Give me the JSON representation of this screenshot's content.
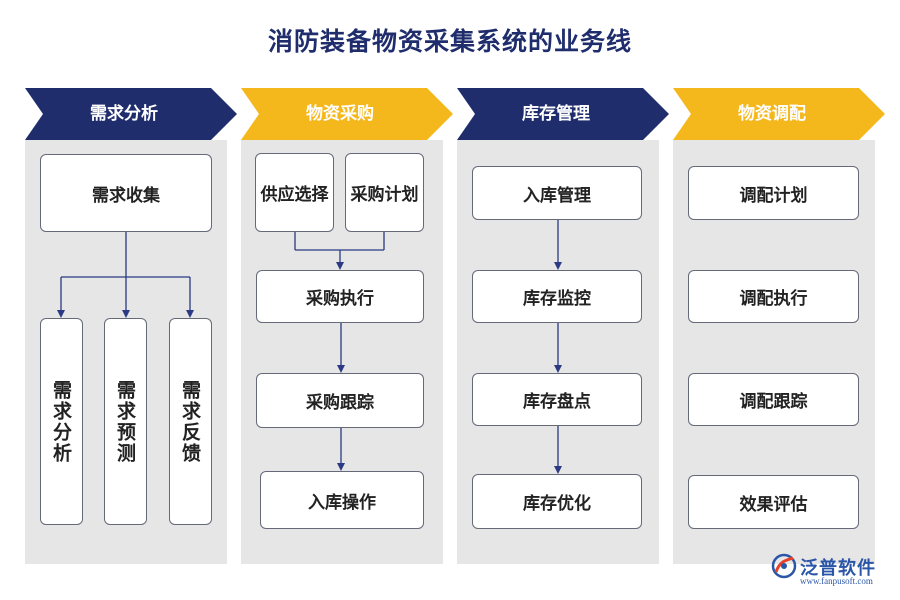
{
  "title": "消防装备物资采集系统的业务线",
  "colors": {
    "navy": "#1f2d6d",
    "gold": "#f4b71c",
    "column_bg": "#e6e6e6",
    "box_border": "#666a78"
  },
  "columns": [
    {
      "header": "需求分析",
      "top_box": "需求收集",
      "branches": [
        "需求分析",
        "需求预测",
        "需求反馈"
      ]
    },
    {
      "header": "物资采购",
      "inputs": [
        "供应选择",
        "采购计划"
      ],
      "steps": [
        "采购执行",
        "采购跟踪",
        "入库操作"
      ]
    },
    {
      "header": "库存管理",
      "steps": [
        "入库管理",
        "库存监控",
        "库存盘点",
        "库存优化"
      ]
    },
    {
      "header": "物资调配",
      "steps": [
        "调配计划",
        "调配执行",
        "调配跟踪",
        "效果评估"
      ]
    }
  ],
  "logo": {
    "icon": "fanpu-logo-icon",
    "name": "泛普软件",
    "url": "www.fanpusoft.com"
  }
}
